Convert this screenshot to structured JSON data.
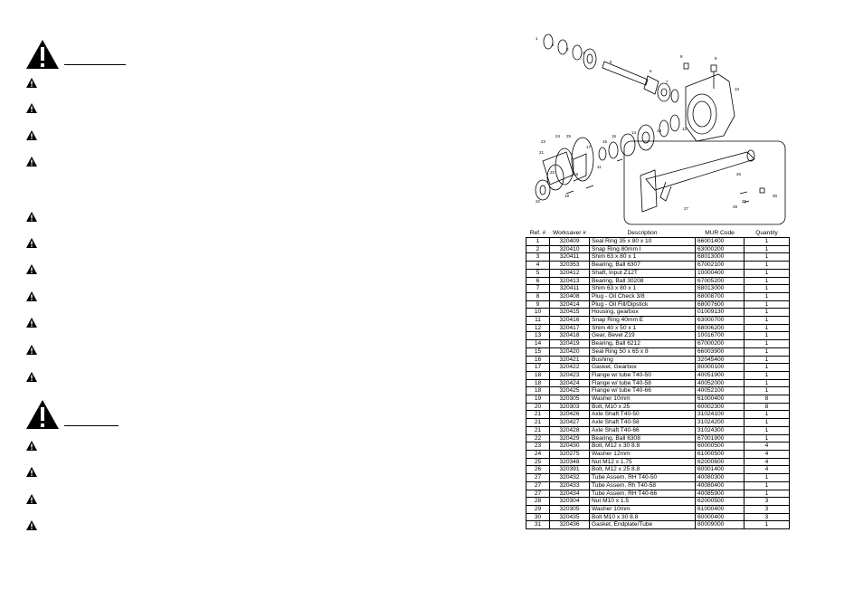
{
  "parts_table": {
    "headers": [
      "Ref. #",
      "Worksaver #",
      "Description",
      "MUR Code",
      "Quantity"
    ],
    "rows": [
      [
        "1",
        "320409",
        "Seal Ring 35 x 80 x 10",
        "66001400",
        "1"
      ],
      [
        "2",
        "320410",
        "Snap Ring 80mm I",
        "63000200",
        "1"
      ],
      [
        "3",
        "320411",
        "Shim 63 x 80 x 1",
        "68013000",
        "1"
      ],
      [
        "4",
        "320353",
        "Bearing, Ball 6307",
        "67002100",
        "1"
      ],
      [
        "5",
        "320412",
        "Shaft, Input Z12T",
        "10000400",
        "1"
      ],
      [
        "6",
        "320413",
        "Bearing, Ball 30208",
        "67005200",
        "1"
      ],
      [
        "7",
        "320411",
        "Shim 63 x 80 x 1",
        "68013000",
        "1"
      ],
      [
        "8",
        "320408",
        "Plug - Oil Check 3/8",
        "68008700",
        "1"
      ],
      [
        "9",
        "320414",
        "Plug - Oil Fill/Dipstick",
        "68007600",
        "1"
      ],
      [
        "10",
        "320415",
        "Housing, gearbox",
        "01009130",
        "1"
      ],
      [
        "11",
        "320416",
        "Snap Ring 40mm E",
        "63000700",
        "1"
      ],
      [
        "12",
        "320417",
        "Shim 40 x 50 x 1",
        "68006200",
        "1"
      ],
      [
        "13",
        "320418",
        "Gear, Bevel Z19",
        "10016700",
        "1"
      ],
      [
        "14",
        "320419",
        "Bearing, Ball 6212",
        "67000200",
        "1"
      ],
      [
        "15",
        "320420",
        "Seal Ring 50 x 65 x 8",
        "66003900",
        "1"
      ],
      [
        "16",
        "320421",
        "Bushing",
        "32045400",
        "1"
      ],
      [
        "17",
        "320422",
        "Gasket, Gearbox",
        "80000100",
        "1"
      ],
      [
        "18",
        "320423",
        "Flange w/ tube T40-50",
        "40051900",
        "1"
      ],
      [
        "18",
        "320424",
        "Flange w/ tube T40-58",
        "40052000",
        "1"
      ],
      [
        "18",
        "320425",
        "Flange w/ tube T40-66",
        "40052100",
        "1"
      ],
      [
        "19",
        "320305",
        "Washer 10mm",
        "61000400",
        "8"
      ],
      [
        "20",
        "320303",
        "Bolt, M10 x 25",
        "60002300",
        "8"
      ],
      [
        "21",
        "320426",
        "Axle Shaft T40-50",
        "31024100",
        "1"
      ],
      [
        "21",
        "320427",
        "Axle Shaft T40-58",
        "31024200",
        "1"
      ],
      [
        "21",
        "320428",
        "Axle Shaft T40-66",
        "31024300",
        "1"
      ],
      [
        "22",
        "320429",
        "Bearing, Ball 6308",
        "67001900",
        "1"
      ],
      [
        "23",
        "320430",
        "Bolt, M12 x 30    8.8",
        "60000500",
        "4"
      ],
      [
        "24",
        "320275",
        "Washer 12mm",
        "61000500",
        "4"
      ],
      [
        "25",
        "320348",
        "Nut M12 x 1.75",
        "62000600",
        "4"
      ],
      [
        "26",
        "320391",
        "Bolt, M12 x 25  8.8",
        "60001400",
        "4"
      ],
      [
        "27",
        "320432",
        "Tube Assem. RH T40-50",
        "40080300",
        "1"
      ],
      [
        "27",
        "320433",
        "Tube Assem. Rh T40-58",
        "40080400",
        "1"
      ],
      [
        "27",
        "320434",
        "Tube Assem. RH T40-66",
        "40085900",
        "1"
      ],
      [
        "28",
        "320304",
        "Nut M10 x 1.5",
        "62000500",
        "3"
      ],
      [
        "29",
        "320305",
        "Washer 10mm",
        "61000400",
        "3"
      ],
      [
        "30",
        "320435",
        "Bolt M10 x 30  8.8",
        "60000400",
        "3"
      ],
      [
        "31",
        "320436",
        "Gasket, Endplate/Tube",
        "80009000",
        "1"
      ]
    ]
  },
  "diagram": {
    "callouts": [
      "1",
      "2",
      "3",
      "4",
      "5",
      "6",
      "7",
      "8",
      "9",
      "10",
      "11",
      "12",
      "13",
      "14",
      "15",
      "16",
      "17",
      "18",
      "19",
      "20",
      "21",
      "22",
      "23",
      "24",
      "25",
      "26",
      "27",
      "28",
      "29",
      "30"
    ]
  },
  "icons": {
    "warning": "warning-triangle-icon"
  }
}
